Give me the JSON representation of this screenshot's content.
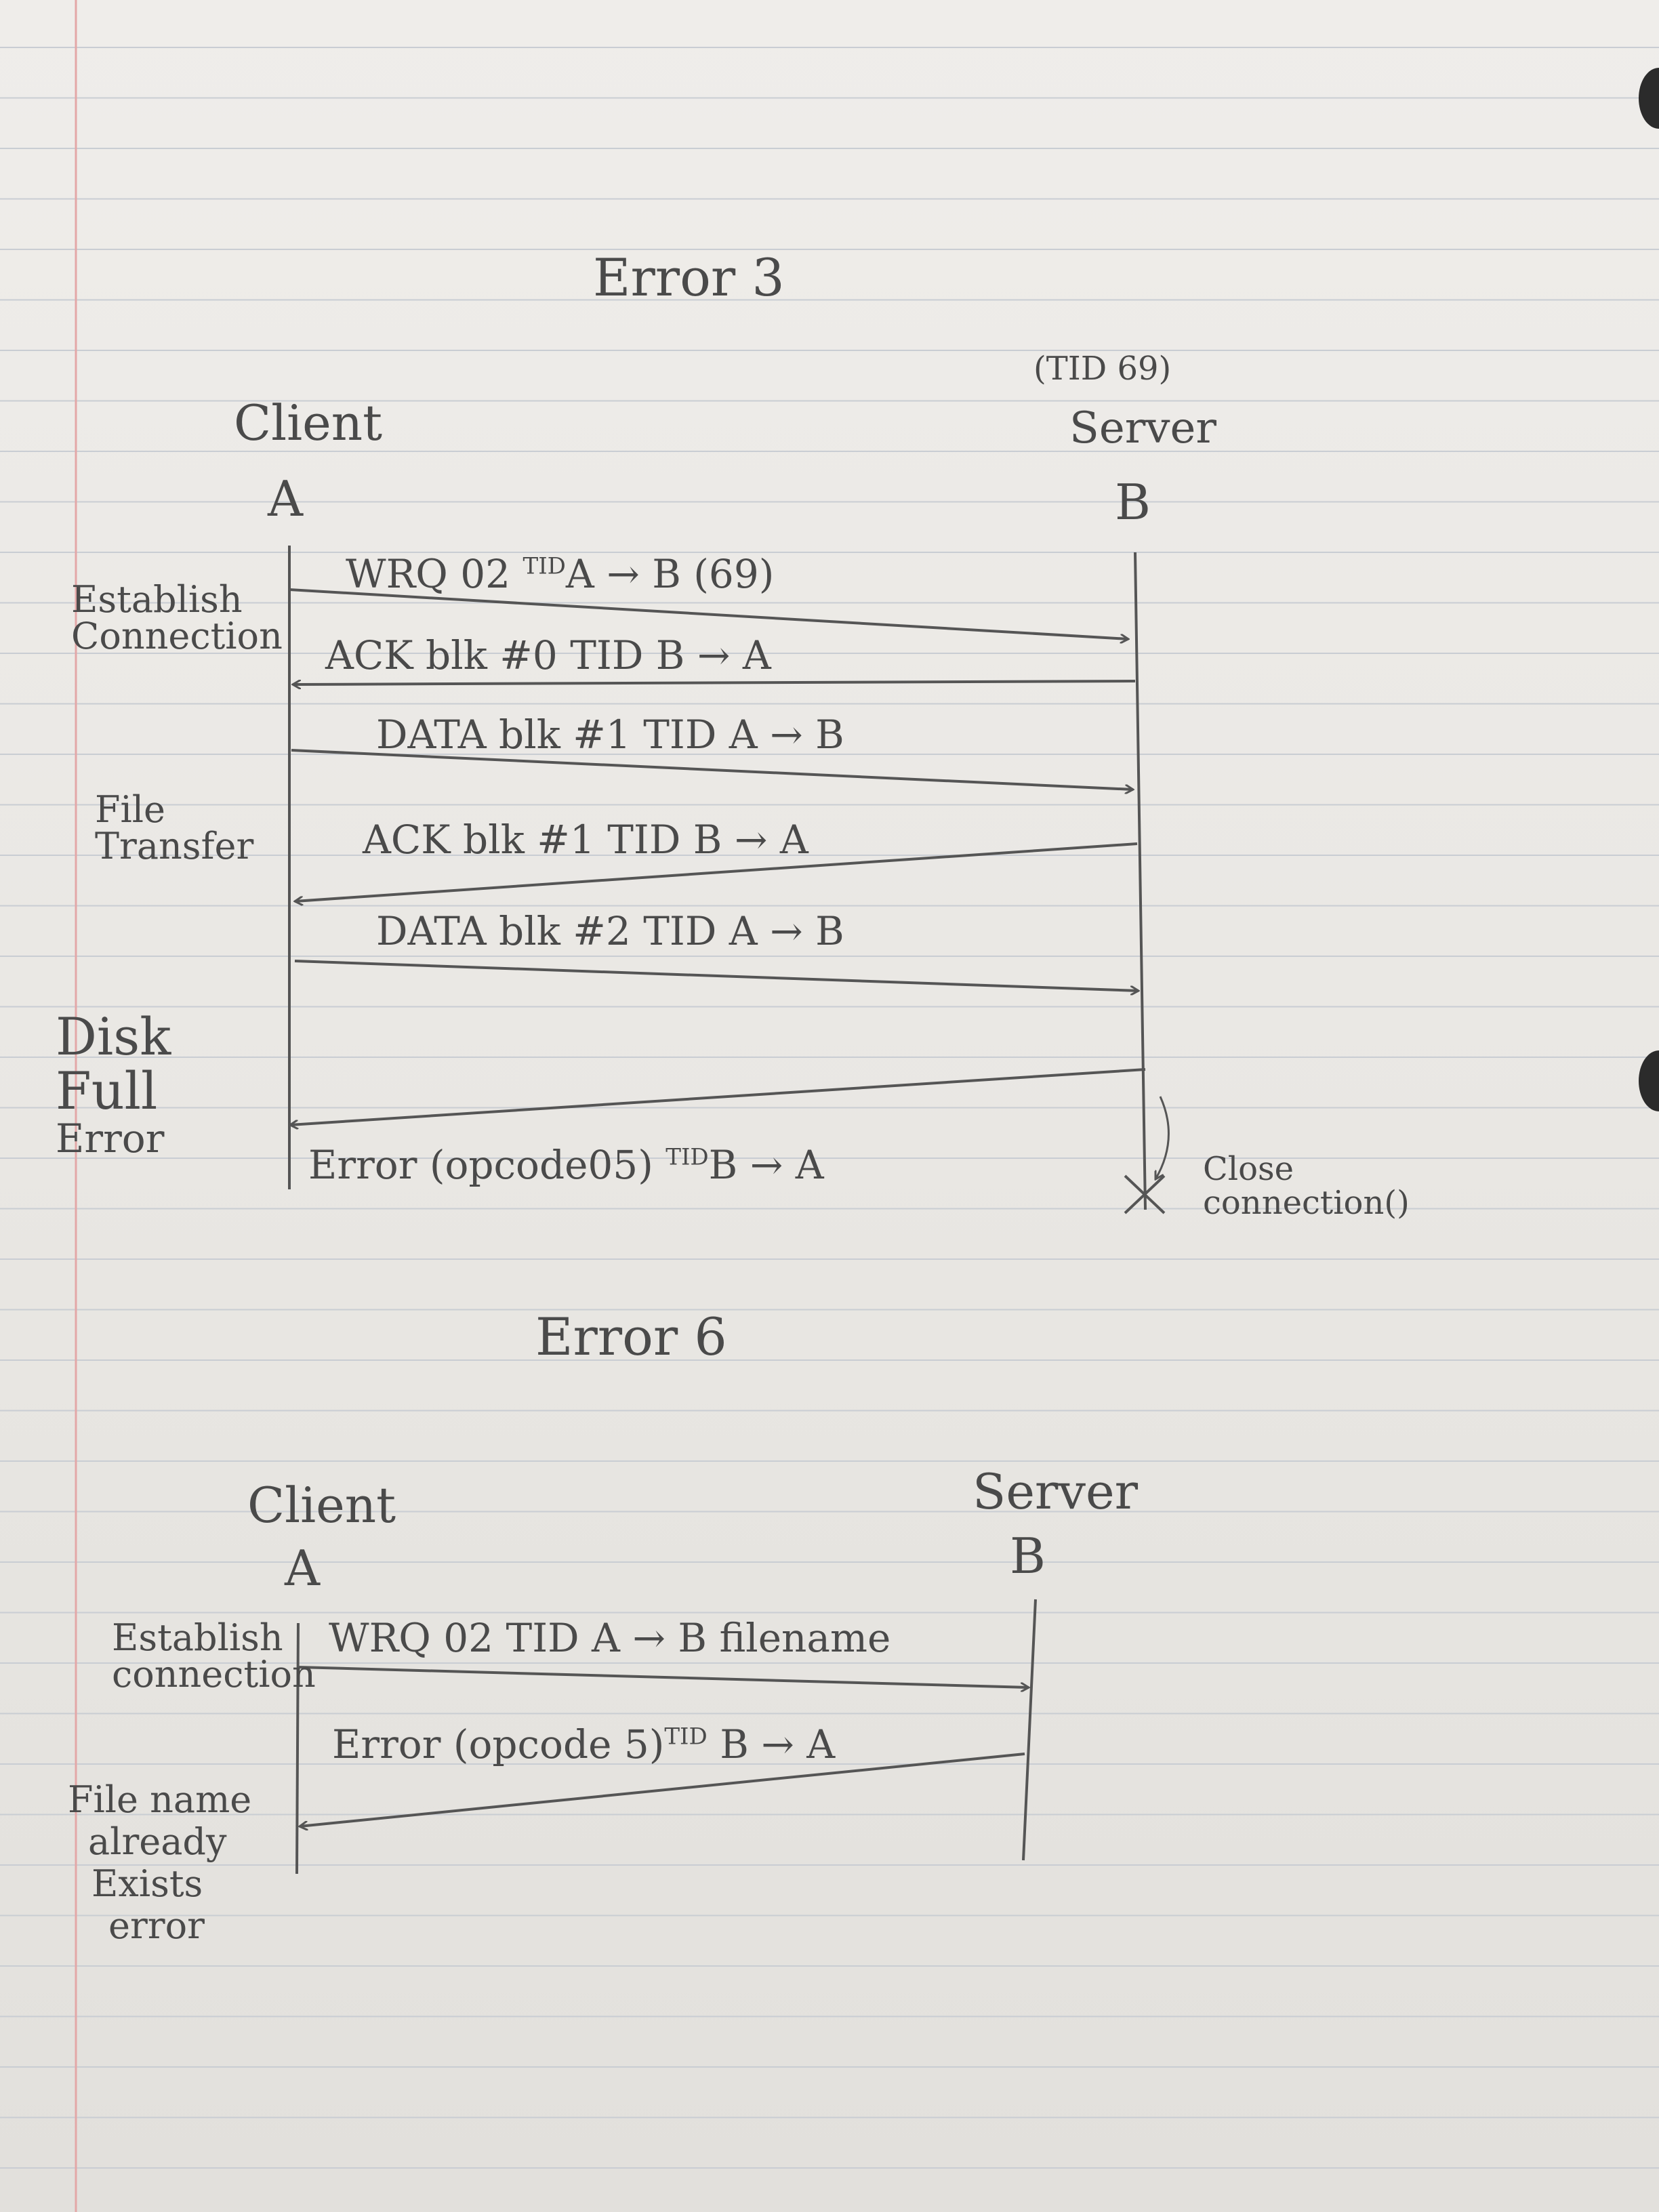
{
  "diagram1": {
    "title": "Error 3",
    "client": {
      "name": "Client",
      "id": "A"
    },
    "server": {
      "tid": "(TID 69)",
      "name": "Server",
      "id": "B"
    },
    "messages": [
      {
        "prefix": "WRQ 02",
        "sup": "TID",
        "rest": "A → B (69)",
        "direction": "A->B"
      },
      {
        "text": "ACK blk #0   TID B → A",
        "direction": "B->A"
      },
      {
        "text": "DATA blk #1   TID A → B",
        "direction": "A->B"
      },
      {
        "text": "ACK blk #1   TID B → A",
        "direction": "B->A"
      },
      {
        "text": "DATA blk #2   TID A → B",
        "direction": "A->B"
      },
      {
        "prefix": "Error (opcode05)",
        "sup": "TID",
        "rest": "B → A",
        "direction": "B->A"
      }
    ],
    "phases": {
      "establish": [
        "Establish",
        "Connection"
      ],
      "transfer": [
        "File",
        "Transfer"
      ],
      "error": [
        "Disk",
        "Full",
        "Error"
      ]
    },
    "close_note": [
      "Close",
      "connection()"
    ]
  },
  "diagram2": {
    "title": "Error 6",
    "client": {
      "name": "Client",
      "id": "A"
    },
    "server": {
      "name": "Server",
      "id": "B"
    },
    "messages": [
      {
        "text": "WRQ 02   TID A → B   filename",
        "direction": "A->B"
      },
      {
        "prefix": "Error (opcode 5)",
        "sup": "TID",
        "rest": "B → A",
        "direction": "B->A"
      }
    ],
    "phases": {
      "establish": [
        "Establish",
        "connection"
      ],
      "error": [
        "File name",
        "already",
        "Exists",
        "error"
      ]
    }
  },
  "colors": {
    "ink": "#4a4a4a",
    "ruled_line": "#c9cdd3",
    "margin_line": "#e3a7a7",
    "paper": "#eceae6"
  }
}
